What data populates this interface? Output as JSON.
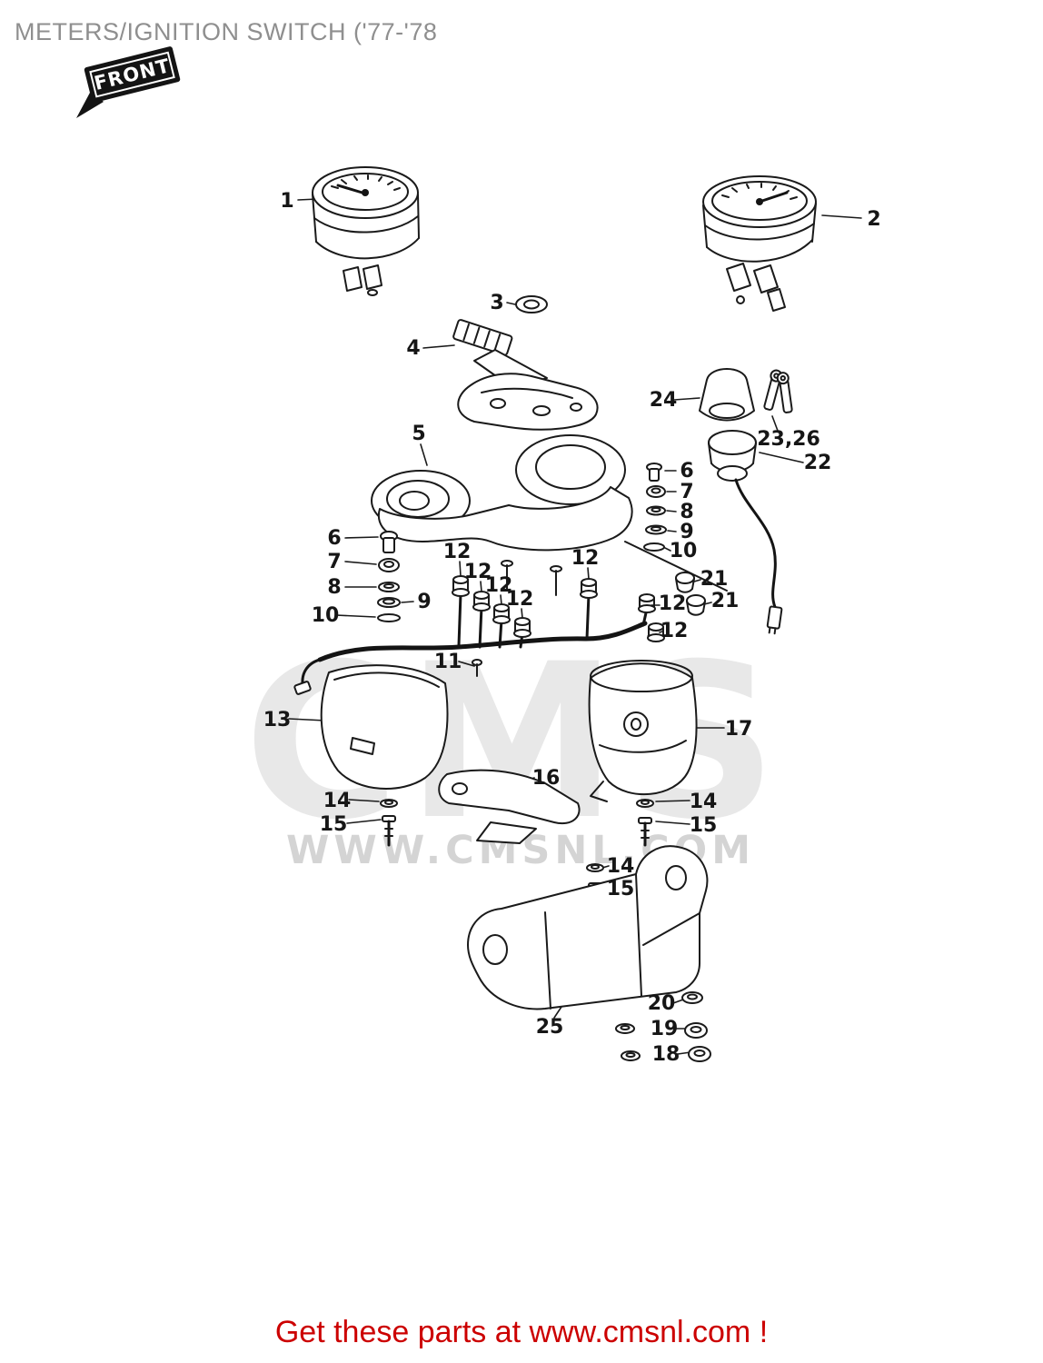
{
  "page": {
    "title": "METERS/IGNITION SWITCH ('77-'78",
    "front_label": "FRONT",
    "watermark_brand": "CMS",
    "watermark_url": "WWW.CMSNL.COM",
    "footer": "Get these parts at www.cmsnl.com !",
    "colors": {
      "title": "#8f8f8f",
      "footer_red": "#cc0000",
      "line": "#1a1a1a",
      "watermark": "#d9d9d9"
    }
  },
  "callouts": {
    "c1": "1",
    "c2": "2",
    "c3": "3",
    "c4": "4",
    "c5": "5",
    "c6L": "6",
    "c7L": "7",
    "c8L": "8",
    "c9L": "9",
    "c10L": "10",
    "c6R": "6",
    "c7R": "7",
    "c8R": "8",
    "c9R": "9",
    "c10R": "10",
    "c11": "11",
    "c12a": "12",
    "c12b": "12",
    "c12c": "12",
    "c12d": "12",
    "c12e": "12",
    "c12f": "12",
    "c12g": "12",
    "c13": "13",
    "c14L": "14",
    "c15L": "15",
    "c14R": "14",
    "c15R": "15",
    "c14M": "14",
    "c15M": "15",
    "c16": "16",
    "c17": "17",
    "c18": "18",
    "c19": "19",
    "c20": "20",
    "c21a": "21",
    "c21b": "21",
    "c22": "22",
    "c23_26": "23,26",
    "c24": "24",
    "c25": "25"
  }
}
